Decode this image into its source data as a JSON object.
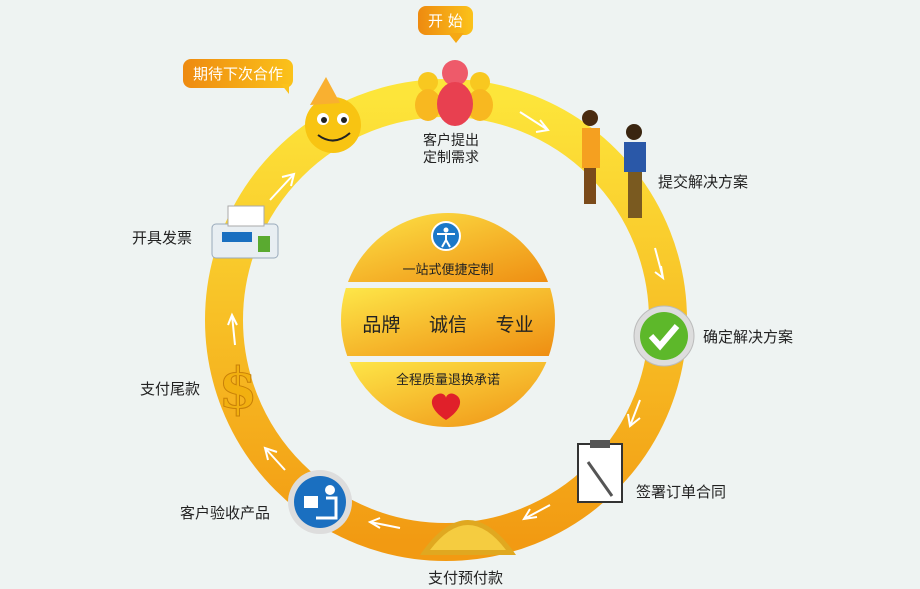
{
  "bubbles": {
    "start": "开 始",
    "next": "期待下次合作"
  },
  "steps": [
    {
      "label": "客户提出",
      "label2": "定制需求",
      "icon": "customers-icon"
    },
    {
      "label": "提交解决方案",
      "icon": "handshake-people-icon"
    },
    {
      "label": "确定解决方案",
      "icon": "checkmark-icon"
    },
    {
      "label": "签署订单合同",
      "icon": "clipboard-pen-icon"
    },
    {
      "label": "支付预付款",
      "icon": "gold-coins-icon"
    },
    {
      "label": "客户验收产品",
      "icon": "delivery-person-icon"
    },
    {
      "label": "支付尾款",
      "icon": "dollar-icon"
    },
    {
      "label": "开具发票",
      "icon": "printer-icon"
    }
  ],
  "center": {
    "top": "一站式便捷定制",
    "middle": [
      "品牌",
      "诚信",
      "专业"
    ],
    "bottom": "全程质量退换承诺"
  },
  "colors": {
    "ring": "#f8b820",
    "ring_dark": "#ef9a12",
    "background": "#eef3f2"
  }
}
